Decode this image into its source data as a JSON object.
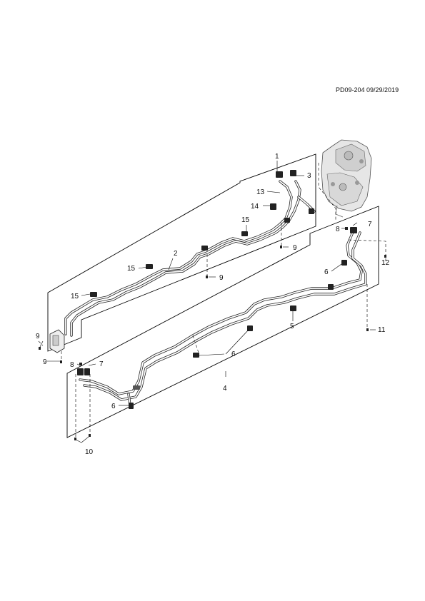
{
  "header": {
    "doc_id": "PD09-204 09/29/2019"
  },
  "callouts": {
    "c1": "1",
    "c2": "2",
    "c3": "3",
    "c4": "4",
    "c5": "5",
    "c6a": "6",
    "c6b": "6",
    "c6c": "6",
    "c7a": "7",
    "c7b": "7",
    "c8a": "8",
    "c8b": "8",
    "c9a": "9",
    "c9b": "9",
    "c9c": "9",
    "c9d": "9",
    "c10": "10",
    "c11": "11",
    "c12": "12",
    "c13": "13",
    "c14": "14",
    "c15a": "15",
    "c15b": "15",
    "c15c": "15"
  }
}
